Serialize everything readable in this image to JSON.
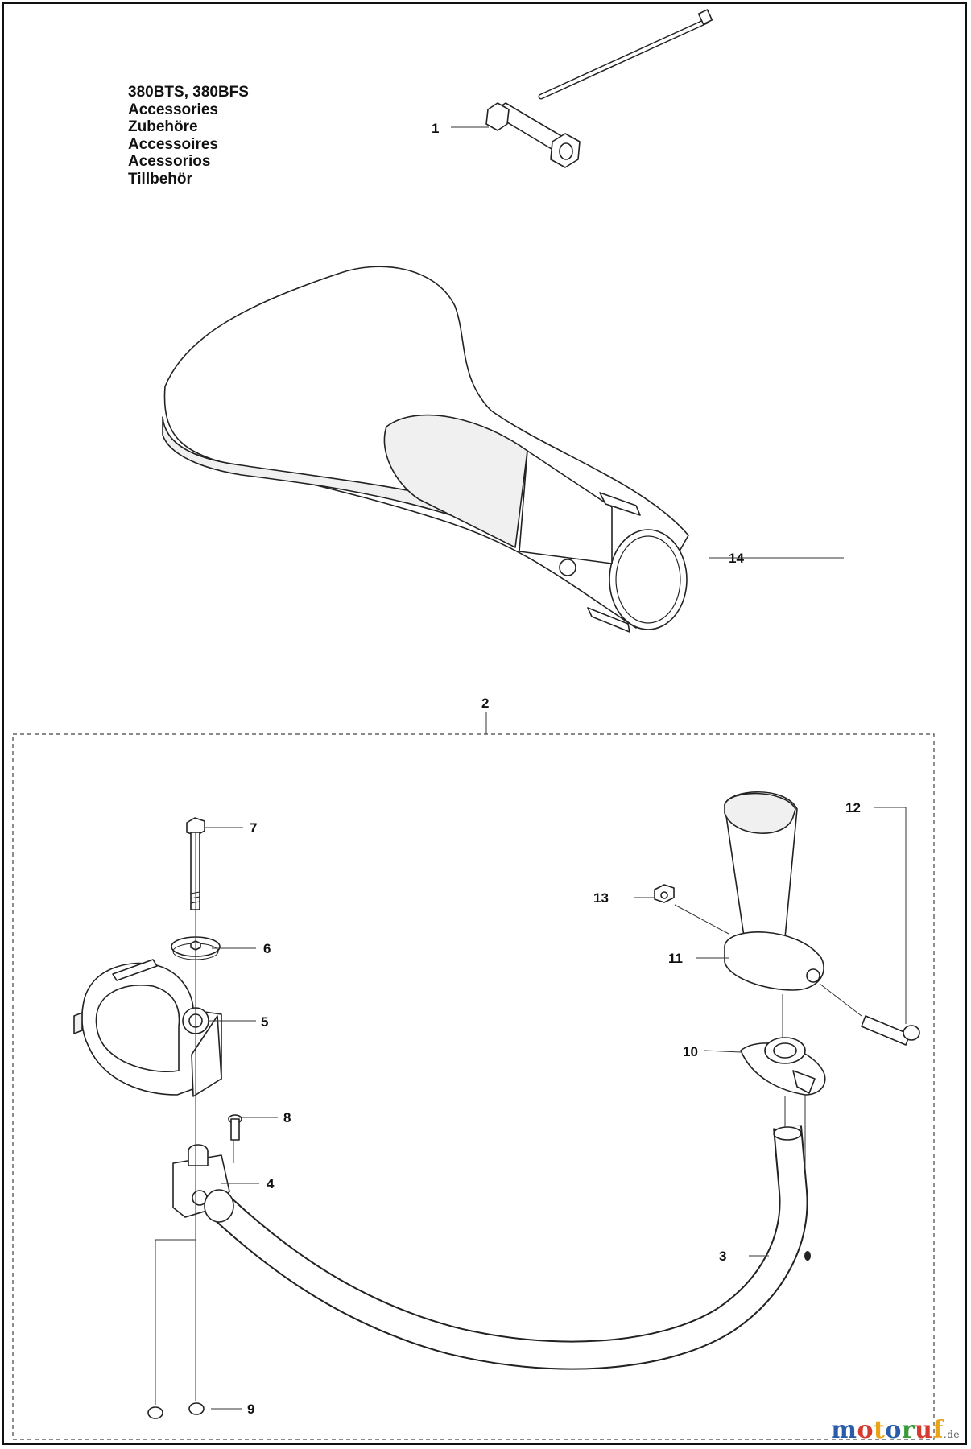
{
  "title": {
    "lines": [
      "380BTS, 380BFS",
      "Accessories",
      "Zubehöre",
      "Accessoires",
      "Acessorios",
      "Tillbehör"
    ]
  },
  "callouts": [
    "1",
    "2",
    "3",
    "4",
    "5",
    "6",
    "7",
    "8",
    "9",
    "10",
    "11",
    "12",
    "13",
    "14"
  ],
  "watermark": {
    "text": "motoruf",
    "suffix": ".de",
    "letters": [
      "m",
      "o",
      "t",
      "o",
      "r",
      "u",
      "f"
    ],
    "colors": [
      "#2a5caa",
      "#d63a2f",
      "#e8a317",
      "#2a5caa",
      "#3a9a3a",
      "#d63a2f",
      "#e8a317"
    ]
  }
}
